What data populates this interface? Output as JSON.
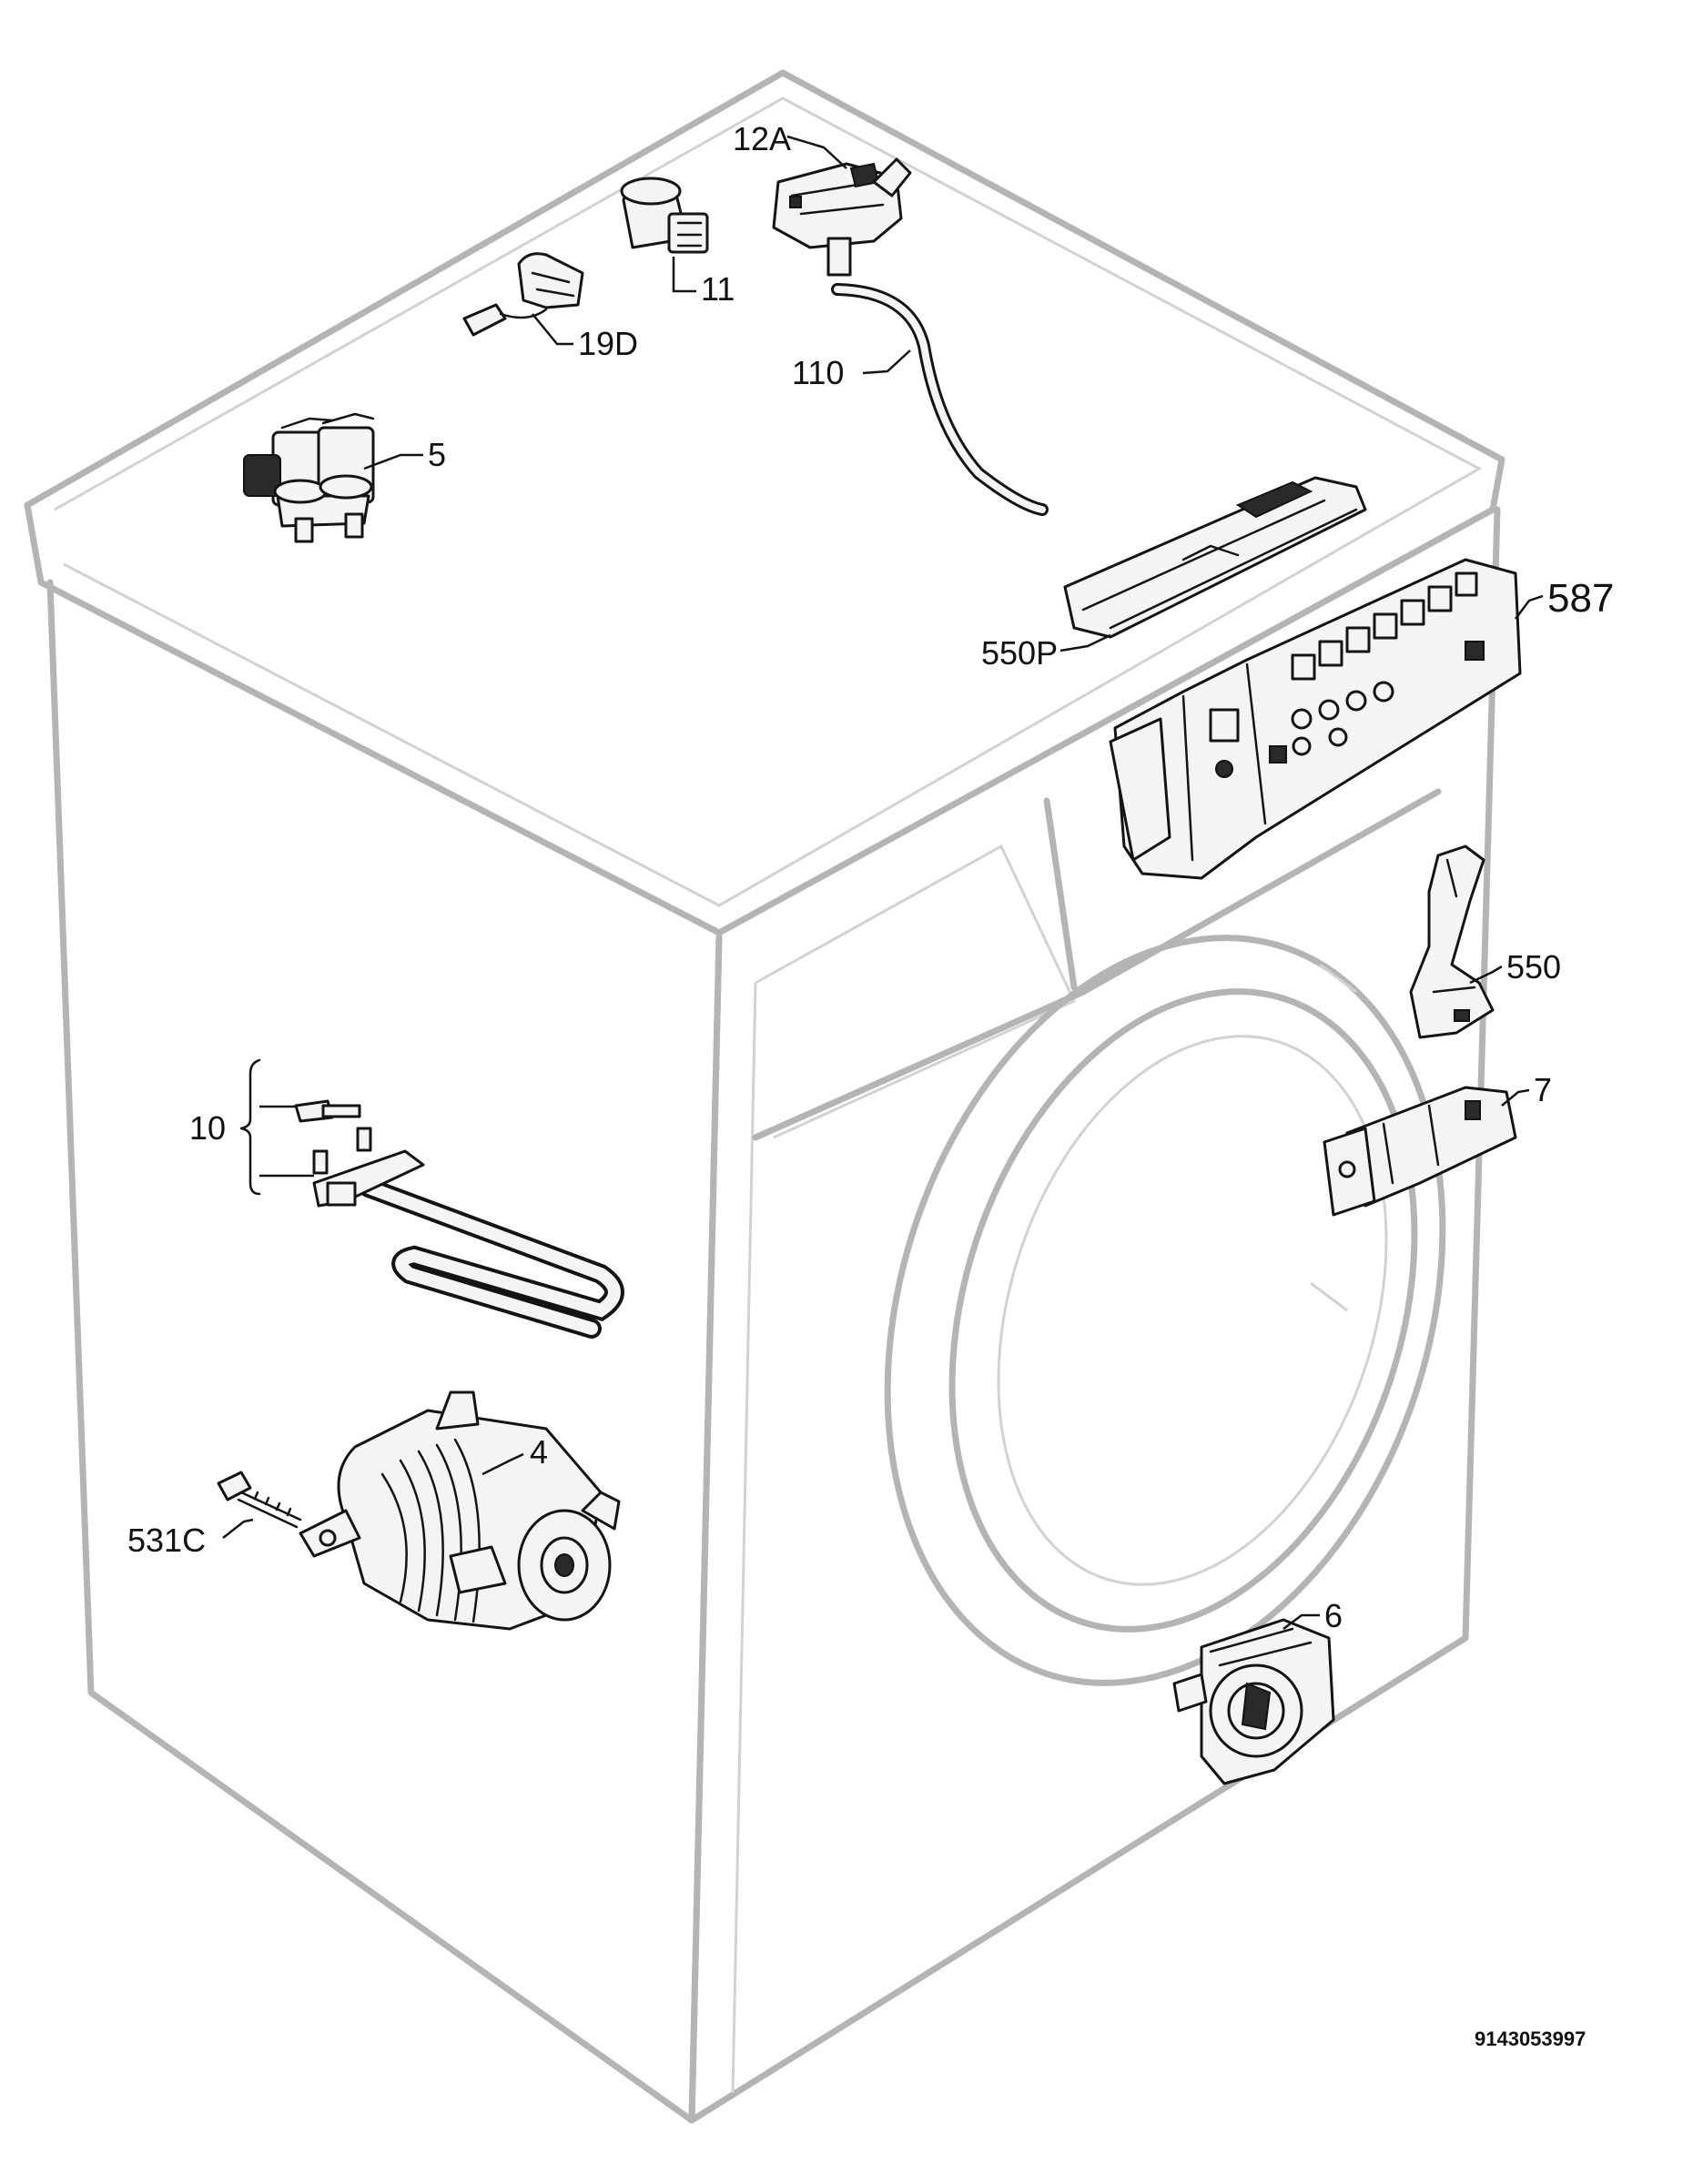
{
  "labels": {
    "l12a": "12A",
    "l11": "11",
    "l19d": "19D",
    "l110": "110",
    "l5": "5",
    "l550p": "550P",
    "l587": "587",
    "l550": "550",
    "l7": "7",
    "l10": "10",
    "l4": "4",
    "l531c": "531C",
    "l6": "6"
  },
  "drawing_code": "9143053997"
}
